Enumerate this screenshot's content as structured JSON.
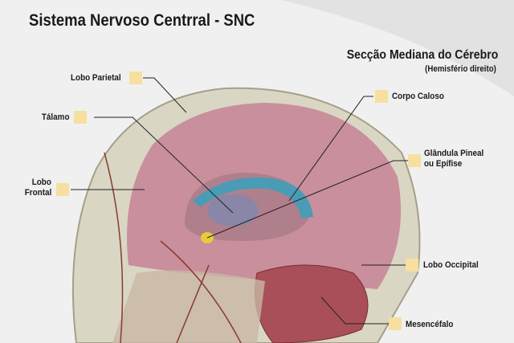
{
  "title": "Sistema Nervoso Centrral - SNC",
  "subtitle": "Secção Mediana do Cérebro",
  "subtitle_note": "(Hemisfério direito)",
  "labels": {
    "lobo_parietal": "Lobo Parietal",
    "talamo": "Tálamo",
    "lobo_frontal_1": "Lobo",
    "lobo_frontal_2": "Frontal",
    "corpo_caloso": "Corpo Caloso",
    "glandula_1": "Glândula Pineal",
    "glandula_2": "ou Epífise",
    "lobo_occipital": "Lobo Occipital",
    "mesencefalo": "Mesencéfalo"
  },
  "colors": {
    "label_square": "#f7dfa0",
    "brain": "#c98f9c",
    "skull": "#d9d6c4",
    "ventricle": "#4a9bb5"
  }
}
